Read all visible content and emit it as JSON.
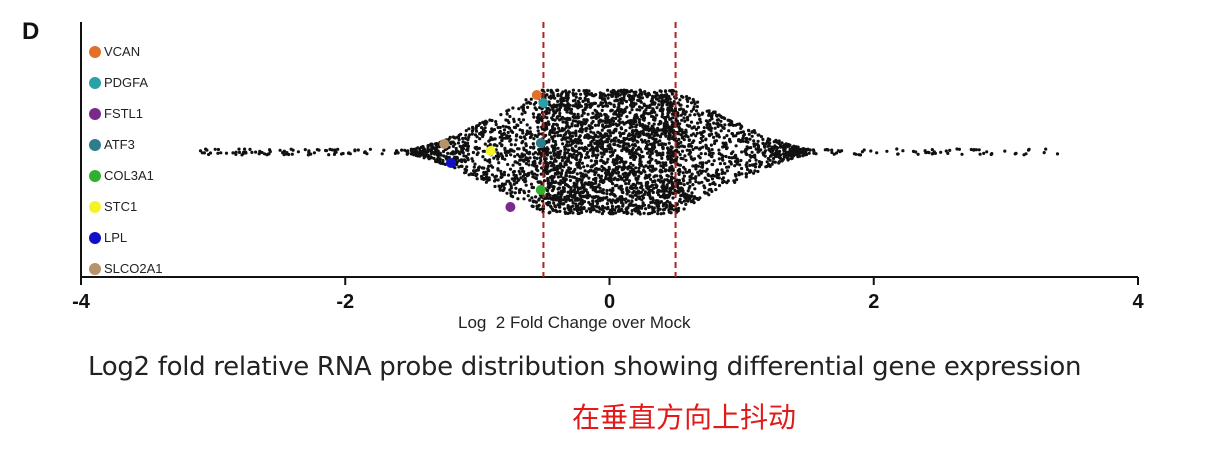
{
  "panel_label": "D",
  "caption": "Log2 fold relative RNA probe distribution showing differential gene expression",
  "annotation": "在垂直方向上抖动",
  "colors": {
    "points": "#111111",
    "threshold_line": "#b22222",
    "annotation": "#e11b1b"
  },
  "chart_data": {
    "type": "scatter",
    "style": "beeswarm",
    "title": "",
    "xlabel": "Log  2 Fold Change over Mock",
    "ylabel": "",
    "xlim": [
      -4,
      4
    ],
    "xticks": [
      -4,
      -2,
      0,
      2,
      4
    ],
    "xtick_labels": [
      "-4",
      "-2",
      "0",
      "2",
      "4"
    ],
    "grid": false,
    "legend_position": "top-left",
    "threshold_lines": [
      -0.5,
      0.5
    ],
    "distribution": {
      "description_of_mass": "dense cloud of black probe points centred at 0",
      "dense_core_range": [
        -0.5,
        0.5
      ],
      "swarm_range": [
        -1.5,
        1.5
      ],
      "sparse_tail_left_min": -3.1,
      "sparse_tail_right_max": 3.4
    },
    "highlighted_genes": [
      {
        "name": "VCAN",
        "color": "#e0702a",
        "x": -0.55
      },
      {
        "name": "PDGFA",
        "color": "#2aa0a8",
        "x": -0.5
      },
      {
        "name": "FSTL1",
        "color": "#7a2a8c",
        "x": -0.75
      },
      {
        "name": "ATF3",
        "color": "#2e7d8c",
        "x": -0.52
      },
      {
        "name": "COL3A1",
        "color": "#2fb02f",
        "x": -0.52
      },
      {
        "name": "STC1",
        "color": "#f3f32a",
        "x": -0.9
      },
      {
        "name": "LPL",
        "color": "#1010c8",
        "x": -1.2
      },
      {
        "name": "SLCO2A1",
        "color": "#b8936a",
        "x": -1.25
      }
    ]
  }
}
